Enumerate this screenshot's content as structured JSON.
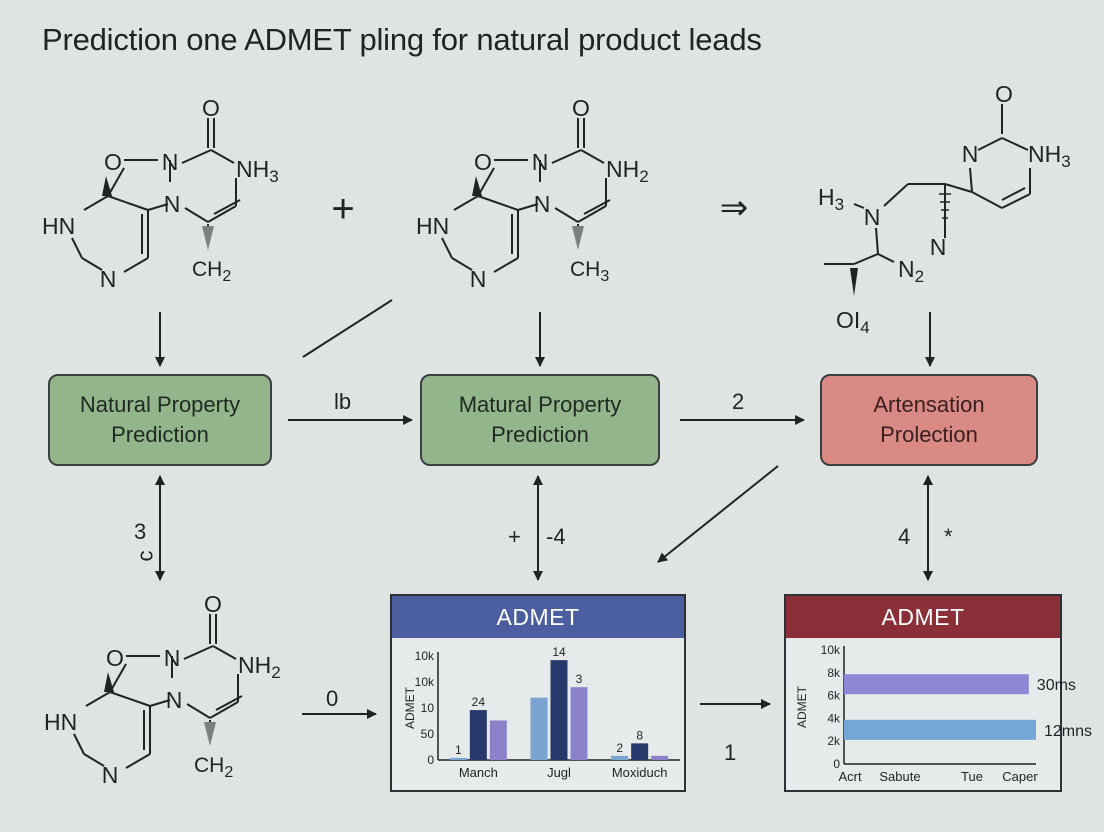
{
  "title": "Prediction one ADMET pling for natural product leads",
  "operators": {
    "plus": "+",
    "implies": "⇒"
  },
  "molecules": {
    "m1": {
      "o_top": "O",
      "o_ring": "O",
      "n1": "N",
      "nh_right": "NH",
      "nh_right_sub": "3",
      "hn": "HN",
      "n_mid": "N",
      "n_bottom": "N",
      "ch": "CH",
      "ch_sub": "2"
    },
    "m2": {
      "o_top": "O",
      "o_ring": "O",
      "n1": "N",
      "nh_right": "NH",
      "nh_right_sub": "2",
      "hn": "HN",
      "n_mid": "N",
      "n_bottom": "N",
      "ch": "CH",
      "ch_sub": "3"
    },
    "m3": {
      "o_top": "O",
      "n_left": "N",
      "nh_right": "NH",
      "nh_right_sub": "3",
      "h3": "H",
      "h3_sub": "3",
      "n_amine": "N",
      "n_ring": "N",
      "n2": "N",
      "n2_sub": "2",
      "oi": "OI",
      "oi_sub": "4"
    },
    "m4": {
      "o_top": "O",
      "o_ring": "O",
      "n1": "N",
      "nh_right": "NH",
      "nh_right_sub": "2",
      "hn": "HN",
      "n_mid": "N",
      "n_bottom": "N",
      "ch": "CH",
      "ch_sub": "2"
    }
  },
  "boxes": {
    "left": "Natural Property Prediction",
    "mid": "Matural Property Prediction",
    "right": "Artensation Prolection"
  },
  "arrow_labels": {
    "left_to_mid": "lb",
    "mid_to_right": "2",
    "left_vertical_num": "3",
    "left_vertical_letter": "c",
    "mid_vertical_plus": "+",
    "mid_vertical_num": "-4",
    "right_vertical_num": "4",
    "right_vertical_star": "*",
    "mol_to_panel": "0",
    "panel_to_panel": "1"
  },
  "panels": {
    "left": {
      "header": "ADMET",
      "chart_data": {
        "type": "bar",
        "ylabel": "ADMET",
        "ytick_labels": [
          "10k",
          "10k",
          "10",
          "50",
          "0"
        ],
        "categories": [
          "Manch",
          "Jugl",
          "Moxiduch"
        ],
        "series_colors": [
          "#7aa3d0",
          "#27386b",
          "#8c80c8"
        ],
        "groups": [
          {
            "category": "Manch",
            "values": [
              1,
              24,
              19
            ],
            "labels": [
              "1",
              "24",
              ""
            ]
          },
          {
            "category": "Jugl",
            "values": [
              30,
              48,
              35
            ],
            "labels": [
              "",
              "14",
              "3"
            ]
          },
          {
            "category": "Moxiduch",
            "values": [
              2,
              8,
              2
            ],
            "labels": [
              "2",
              "8",
              ""
            ]
          }
        ],
        "ylim": [
          0,
          50
        ]
      }
    },
    "right": {
      "header": "ADMET",
      "chart_data": {
        "type": "bar",
        "orientation": "horizontal",
        "ylabel": "ADMET",
        "ytick_labels": [
          "10k",
          "8k",
          "6k",
          "4k",
          "2k",
          "0"
        ],
        "xtick_labels": [
          "Acrt",
          "Sabute",
          "Tue",
          "Caper"
        ],
        "bars": [
          {
            "y": 7000,
            "label": "30ms",
            "color": "#8f86d6",
            "value": 0.77
          },
          {
            "y": 3000,
            "label": "12mns",
            "color": "#74a6d6",
            "value": 0.8
          }
        ]
      }
    }
  }
}
